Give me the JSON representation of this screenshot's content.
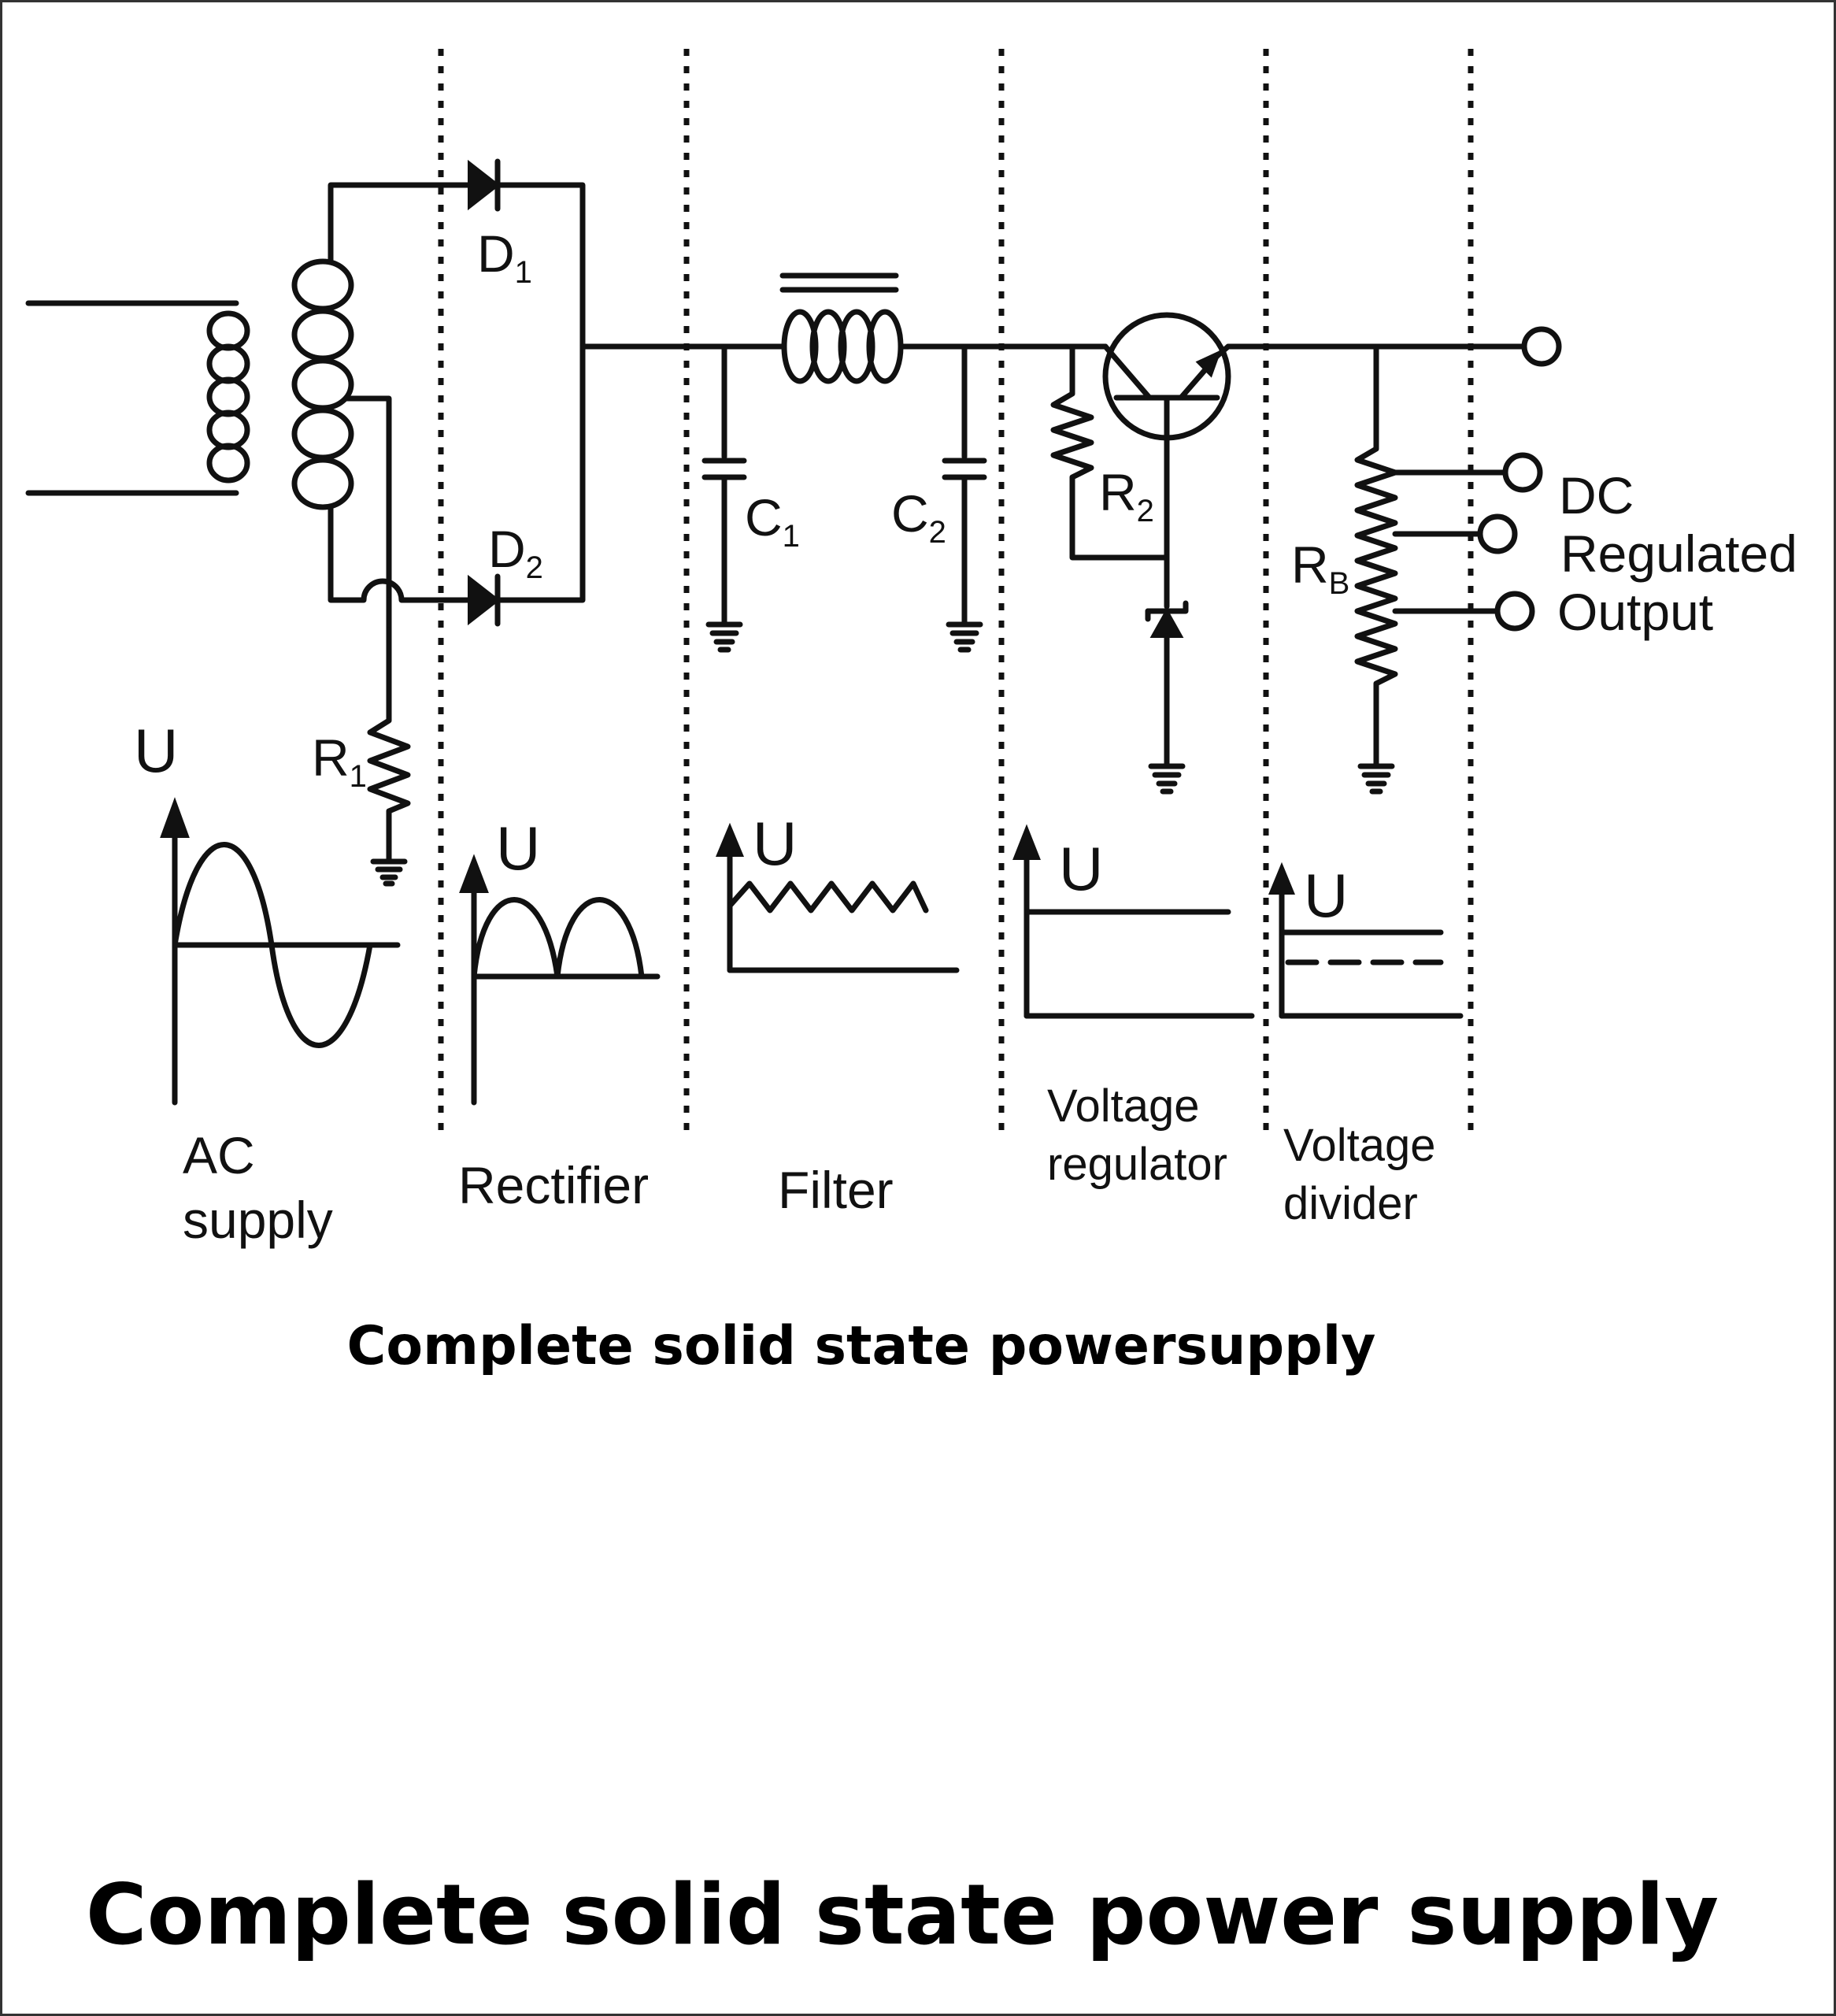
{
  "labels": {
    "d1": "D",
    "d1_sub": "1",
    "d2": "D",
    "d2_sub": "2",
    "c1": "C",
    "c1_sub": "1",
    "c2": "C",
    "c2_sub": "2",
    "r1": "R",
    "r1_sub": "1",
    "r2": "R",
    "r2_sub": "2",
    "rb": "R",
    "rb_sub": "B",
    "out_line1": "DC",
    "out_line2": "Regulated",
    "out_line3": "Output",
    "u_symbol": "U"
  },
  "stages": {
    "ac_line1": "AC",
    "ac_line2": "supply",
    "rectifier": "Rectifier",
    "filter": "Filter",
    "regulator_line1": "Voltage",
    "regulator_line2": "regulator",
    "divider_line1": "Voltage",
    "divider_line2": "divider"
  },
  "captions": {
    "inner": "Complete solid state powersupply",
    "bottom": "Complete solid state power supply"
  }
}
